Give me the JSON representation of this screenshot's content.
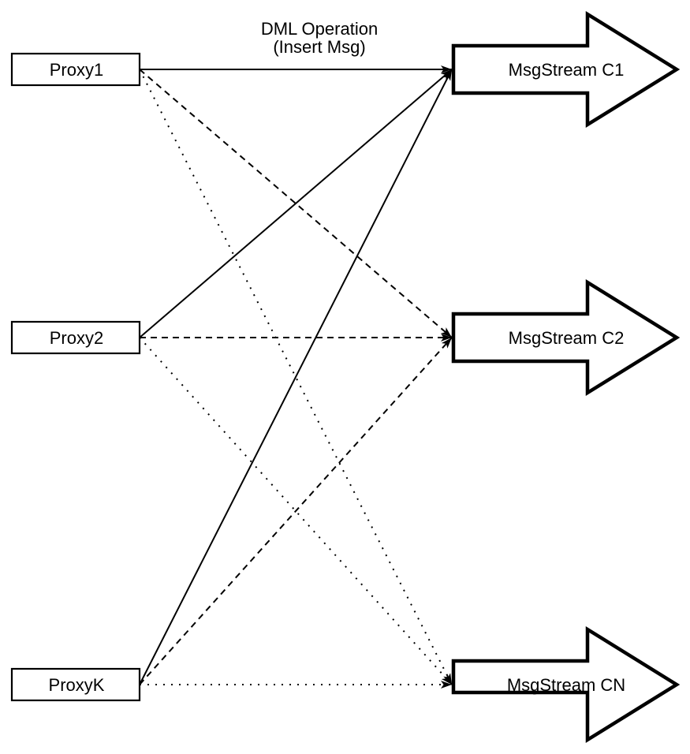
{
  "diagram": {
    "background_color": "#ffffff",
    "stroke_color": "#000000",
    "fill_color": "#ffffff",
    "edge_label": {
      "line1": "DML Operation",
      "line2": "(Insert Msg)"
    },
    "proxies": [
      {
        "label": "Proxy1"
      },
      {
        "label": "Proxy2"
      },
      {
        "label": "ProxyK"
      }
    ],
    "streams": [
      {
        "label": "MsgStream C1"
      },
      {
        "label": "MsgStream C2"
      },
      {
        "label": "MsgStream CN"
      }
    ],
    "edges": [
      {
        "from": "Proxy1",
        "to": "MsgStream C1",
        "style": "solid",
        "label": "DML Operation (Insert Msg)"
      },
      {
        "from": "Proxy2",
        "to": "MsgStream C1",
        "style": "solid",
        "label": ""
      },
      {
        "from": "ProxyK",
        "to": "MsgStream C1",
        "style": "solid",
        "label": ""
      },
      {
        "from": "Proxy1",
        "to": "MsgStream C2",
        "style": "dashed",
        "label": ""
      },
      {
        "from": "Proxy2",
        "to": "MsgStream C2",
        "style": "dashed",
        "label": ""
      },
      {
        "from": "ProxyK",
        "to": "MsgStream C2",
        "style": "dashed",
        "label": ""
      },
      {
        "from": "Proxy1",
        "to": "MsgStream CN",
        "style": "dotted",
        "label": ""
      },
      {
        "from": "Proxy2",
        "to": "MsgStream CN",
        "style": "dotted",
        "label": ""
      },
      {
        "from": "ProxyK",
        "to": "MsgStream CN",
        "style": "dotted",
        "label": ""
      }
    ]
  }
}
